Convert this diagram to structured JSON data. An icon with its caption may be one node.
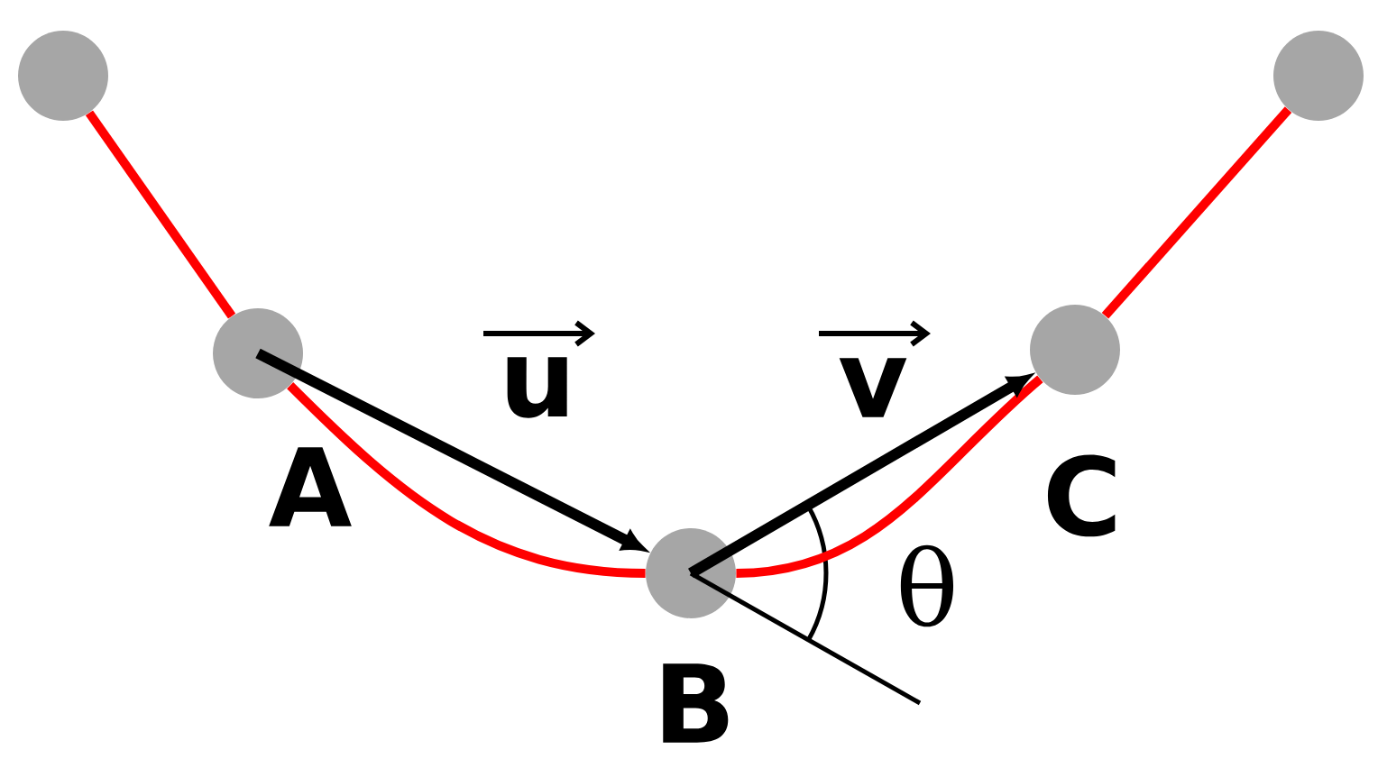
{
  "diagram": {
    "nodes": [
      {
        "text": [],
        "shape": "circle"
      },
      {
        "text": [],
        "shape": "circle",
        "beside": [
          "A"
        ]
      },
      {
        "text": [],
        "shape": "circle",
        "beside": [
          "B"
        ]
      },
      {
        "text": [],
        "shape": "circle",
        "beside": [
          "C"
        ]
      },
      {
        "text": [],
        "shape": "circle"
      }
    ],
    "edges": [
      {
        "from": 0,
        "to": 1,
        "arrow": "none",
        "color": "#ff0000"
      },
      {
        "from": 1,
        "to": 2,
        "arrow": "none",
        "color": "#ff0000"
      },
      {
        "from": 2,
        "to": 3,
        "arrow": "none",
        "color": "#ff0000"
      },
      {
        "from": 3,
        "to": 4,
        "arrow": "none",
        "color": "#ff0000"
      },
      {
        "from": 1,
        "to": 2,
        "arrow": "to",
        "label": "u",
        "color": "#000000"
      },
      {
        "from": 2,
        "to": 3,
        "arrow": "to",
        "label": "v",
        "color": "#000000"
      }
    ],
    "labels": [
      "θ"
    ]
  }
}
